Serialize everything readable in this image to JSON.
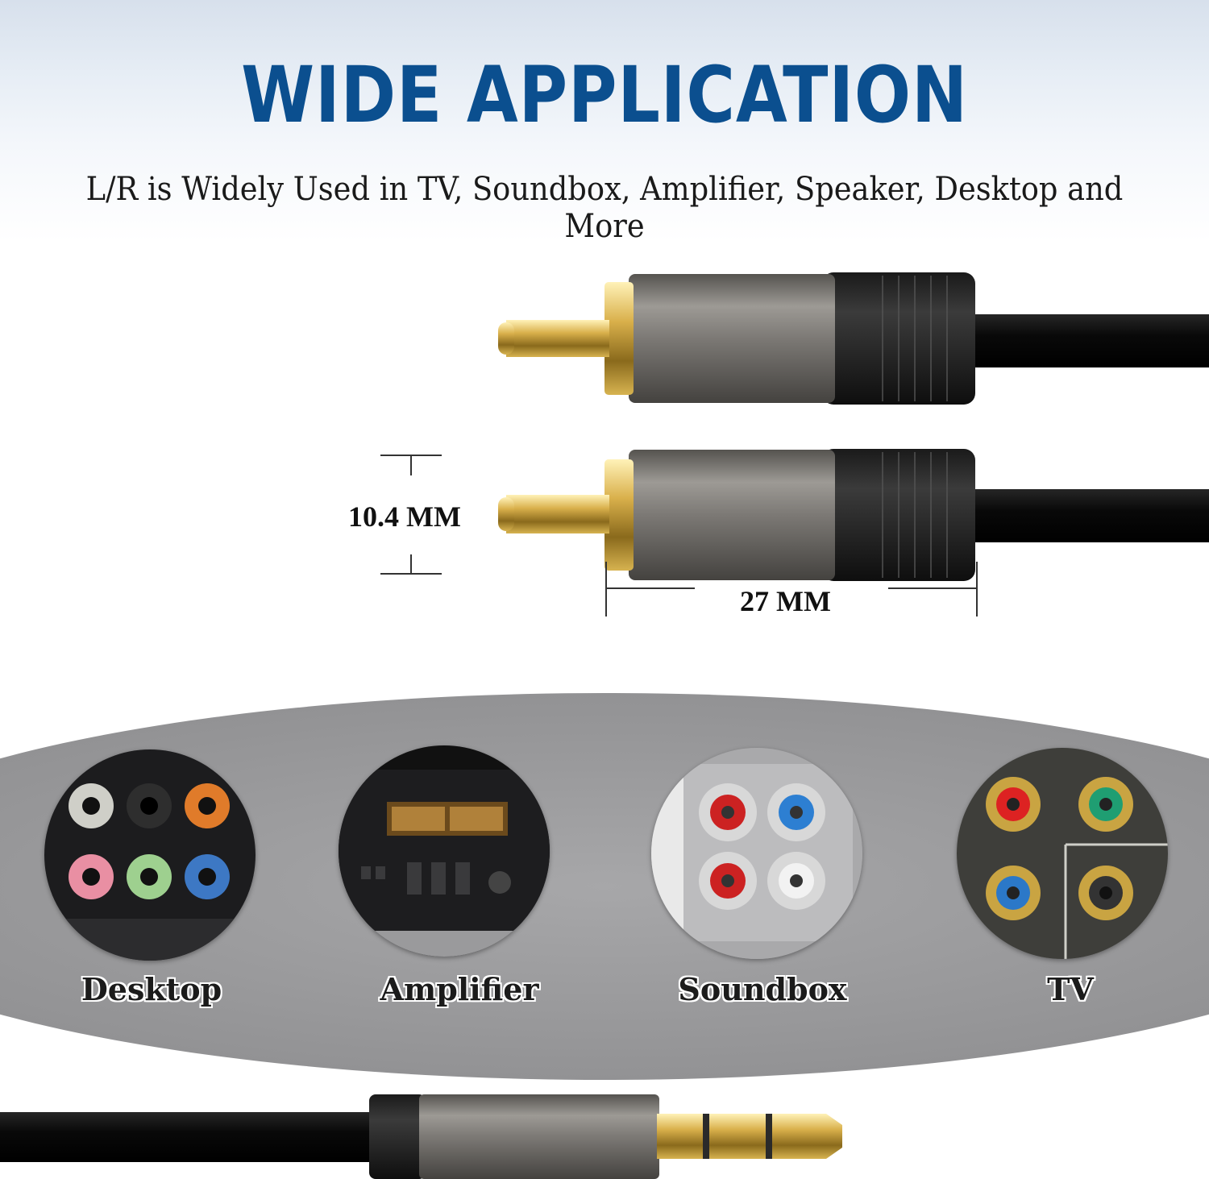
{
  "headline": "WIDE APPLICATION",
  "subline": "L/R is Widely Used in TV, Soundbox, Amplifier, Speaker, Desktop and More",
  "dimensions": {
    "diameter": "10.4 MM",
    "length": "27 MM"
  },
  "devices": [
    {
      "label": "Desktop"
    },
    {
      "label": "Amplifier"
    },
    {
      "label": "Soundbox"
    },
    {
      "label": "TV"
    }
  ],
  "colors": {
    "headline": "#0b4f8f",
    "band": "#9a9a9c",
    "plug_metal": "#6f6d6a",
    "gold": "#c9a64a",
    "cable": "#0d0d0d"
  }
}
